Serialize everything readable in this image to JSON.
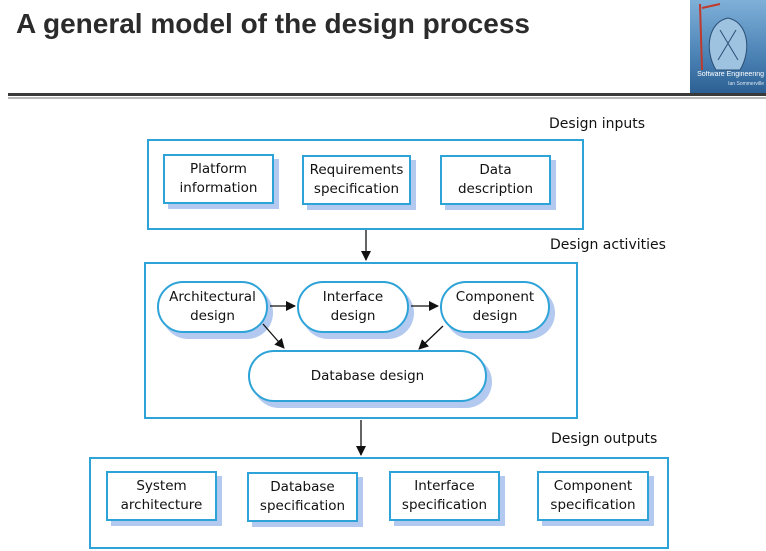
{
  "slide": {
    "title": "A general model of the design process"
  },
  "cover": {
    "title": "Software Engineering",
    "author": "Ian Sommerville"
  },
  "diagram": {
    "inputs_label": "Design inputs",
    "activities_label": "Design activities",
    "outputs_label": "Design outputs",
    "inputs": [
      "Platform\ninformation",
      "Requirements\nspecification",
      "Data\ndescription"
    ],
    "activities": [
      "Architectural\ndesign",
      "Interface\ndesign",
      "Component\ndesign",
      "Database design"
    ],
    "outputs": [
      "System\narchitecture",
      "Database\nspecification",
      "Interface\nspecification",
      "Component\nspecification"
    ]
  }
}
